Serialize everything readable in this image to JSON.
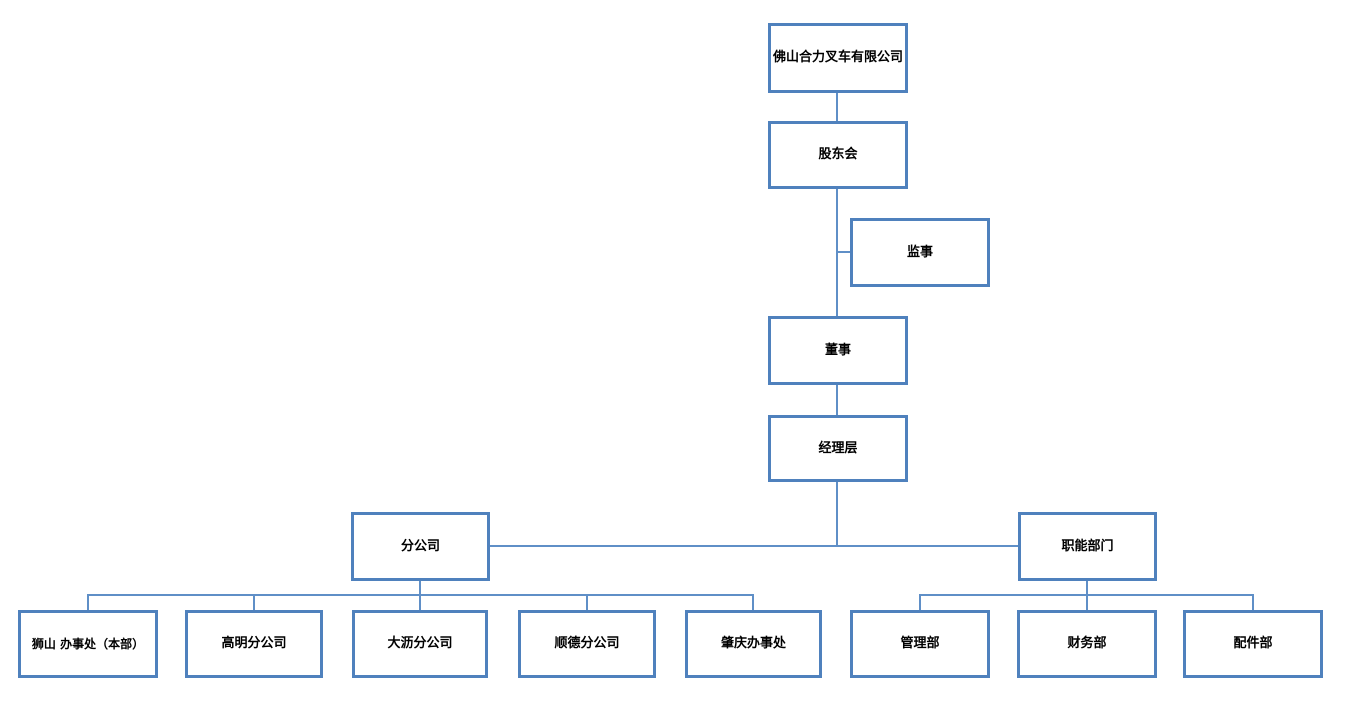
{
  "theme": {
    "background": "#ffffff",
    "box_border_color": "#4f81bd",
    "connector_color": "#5f8fc7",
    "text_color": "#000000"
  },
  "org_chart": {
    "type": "organization-chart",
    "nodes": {
      "company": {
        "label": "佛山合力叉车有限公司"
      },
      "shareholders": {
        "label": "股东会"
      },
      "supervisor": {
        "label": "监事"
      },
      "director": {
        "label": "董事"
      },
      "management": {
        "label": "经理层"
      },
      "branches": {
        "label": "分公司"
      },
      "functional": {
        "label": "职能部门"
      },
      "shishan": {
        "label": "狮山 办事处（本部）"
      },
      "gaoming": {
        "label": "高明分公司"
      },
      "dali": {
        "label": "大沥分公司"
      },
      "shunde": {
        "label": "顺德分公司"
      },
      "zhaoqing": {
        "label": "肇庆办事处"
      },
      "mgmt_dept": {
        "label": "管理部"
      },
      "finance_dept": {
        "label": "财务部"
      },
      "parts_dept": {
        "label": "配件部"
      }
    },
    "edges": [
      {
        "from": "company",
        "to": "shareholders"
      },
      {
        "from": "shareholders",
        "to": "supervisor",
        "note": "side-branch"
      },
      {
        "from": "shareholders",
        "to": "director"
      },
      {
        "from": "director",
        "to": "management"
      },
      {
        "from": "management",
        "to": "branches"
      },
      {
        "from": "management",
        "to": "functional"
      },
      {
        "from": "branches",
        "to": "shishan"
      },
      {
        "from": "branches",
        "to": "gaoming"
      },
      {
        "from": "branches",
        "to": "dali"
      },
      {
        "from": "branches",
        "to": "shunde"
      },
      {
        "from": "branches",
        "to": "zhaoqing"
      },
      {
        "from": "functional",
        "to": "mgmt_dept"
      },
      {
        "from": "functional",
        "to": "finance_dept"
      },
      {
        "from": "functional",
        "to": "parts_dept"
      }
    ]
  }
}
